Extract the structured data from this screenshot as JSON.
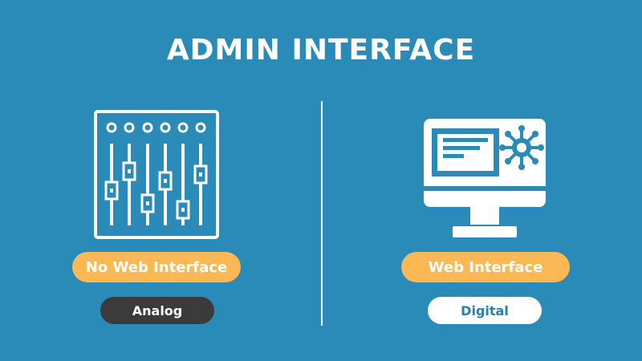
{
  "title": "ADMIN INTERFACE",
  "left": {
    "icon": "mixer-sliders-icon",
    "label": "No Web Interface",
    "tag": "Analog"
  },
  "right": {
    "icon": "monitor-settings-icon",
    "label": "Web Interface",
    "tag": "Digital"
  },
  "colors": {
    "background": "#2a8ab8",
    "accent": "#fcb853",
    "dark_tag": "#3b3b3b",
    "light_tag": "#ffffff",
    "text_blue": "#2a7fb0"
  }
}
